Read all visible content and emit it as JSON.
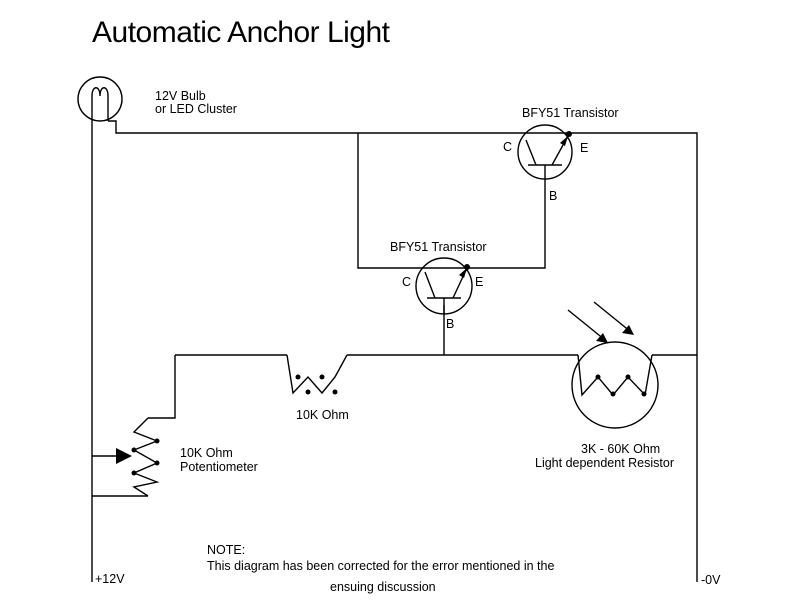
{
  "title": "Automatic Anchor Light",
  "bulb": {
    "label_line1": "12V Bulb",
    "label_line2": "or LED Cluster"
  },
  "transistor_top": {
    "label": "BFY51 Transistor",
    "c": "C",
    "e": "E",
    "b": "B"
  },
  "transistor_mid": {
    "label": "BFY51 Transistor",
    "c": "C",
    "e": "E",
    "b": "B"
  },
  "resistor": {
    "label": "10K Ohm"
  },
  "potentiometer": {
    "label_line1": "10K Ohm",
    "label_line2": "Potentiometer"
  },
  "ldr": {
    "label_line1": "3K - 60K Ohm",
    "label_line2": "Light dependent Resistor"
  },
  "rails": {
    "positive": "+12V",
    "negative": "-0V"
  },
  "note": {
    "heading": "NOTE:",
    "line1": "This diagram has been corrected for the error mentioned in the",
    "line2": "ensuing discussion"
  },
  "colors": {
    "ink": "#000000",
    "background": "#ffffff"
  }
}
